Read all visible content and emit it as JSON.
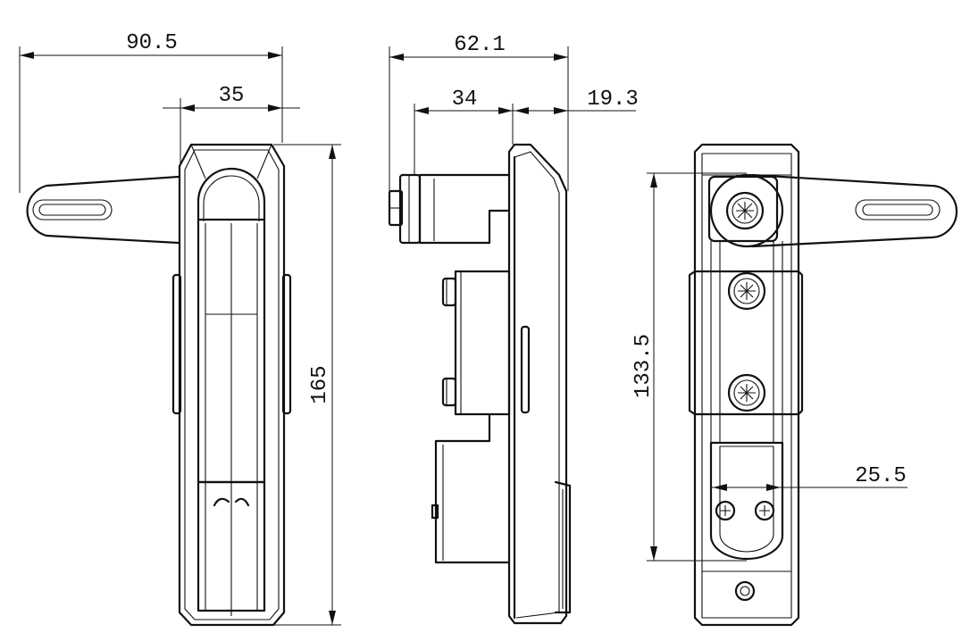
{
  "diagram": {
    "views": [
      "front-view",
      "side-view",
      "back-view"
    ],
    "dimensions": {
      "front_overall_width": "90.5",
      "front_body_width": "35",
      "front_height": "165",
      "side_overall_depth": "62.1",
      "side_rear_depth": "34",
      "side_front_depth": "19.3",
      "back_center_distance": "133.5",
      "back_lock_width": "25.5"
    },
    "line_color": "#111111",
    "background": "#ffffff"
  }
}
